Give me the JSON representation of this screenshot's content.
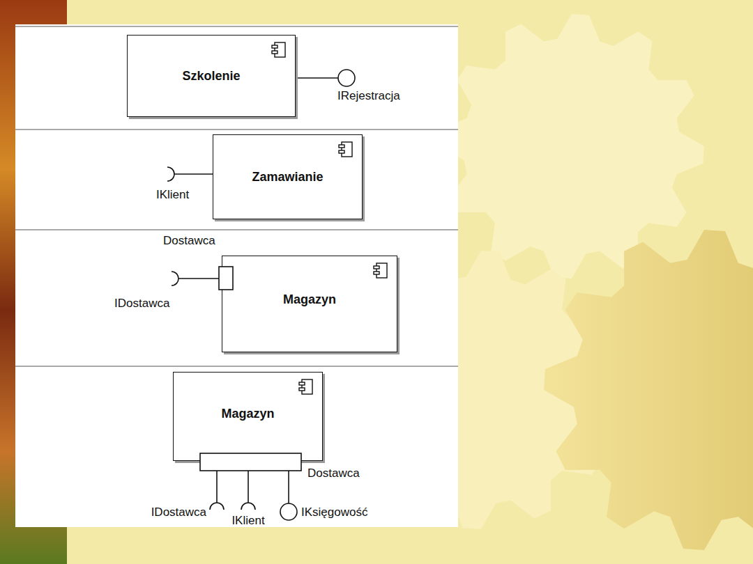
{
  "diagram": {
    "nodes": [
      {
        "text": [
          "Szkolenie"
        ]
      },
      {
        "text": [
          "Zamawianie"
        ]
      },
      {
        "text": [
          "Magazyn"
        ]
      },
      {
        "text": [
          "Magazyn"
        ]
      }
    ],
    "labels": [
      "IRejestracja",
      "IKlient",
      "Dostawca",
      "IDostawca",
      "IDostawca",
      "IKlient",
      "IKsięgowość",
      "Dostawca"
    ]
  }
}
